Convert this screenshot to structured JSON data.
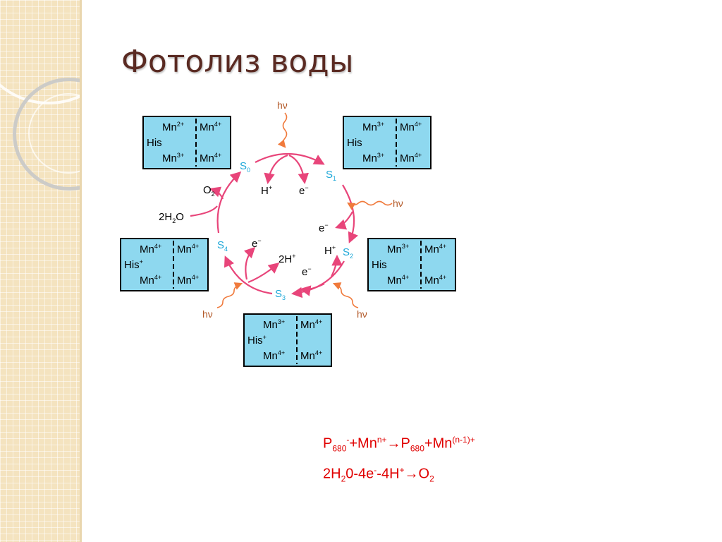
{
  "slide": {
    "title": "Фотолиз воды",
    "colors": {
      "title": "#5a2a22",
      "equations": "#e00000",
      "state_label": "#1ca7d8",
      "cycle": "#e8457a",
      "photon": "#f07a3c",
      "mn_box": "#8ed8ef"
    }
  },
  "diagram": {
    "boxes": {
      "s0": {
        "r1l": "Mn",
        "r1ls": "2+",
        "r1r": "Mn",
        "r1rs": "4+",
        "his": "His",
        "hiss": "",
        "r3l": "Mn",
        "r3ls": "3+",
        "r3r": "Mn",
        "r3rs": "4+"
      },
      "s1": {
        "r1l": "Mn",
        "r1ls": "3+",
        "r1r": "Mn",
        "r1rs": "4+",
        "his": "His",
        "hiss": "",
        "r3l": "Mn",
        "r3ls": "3+",
        "r3r": "Mn",
        "r3rs": "4+"
      },
      "s2": {
        "r1l": "Mn",
        "r1ls": "3+",
        "r1r": "Mn",
        "r1rs": "4+",
        "his": "His",
        "hiss": "",
        "r3l": "Mn",
        "r3ls": "4+",
        "r3r": "Mn",
        "r3rs": "4+"
      },
      "s3": {
        "r1l": "Mn",
        "r1ls": "3+",
        "r1r": "Mn",
        "r1rs": "4+",
        "his": "His",
        "hiss": "+",
        "r3l": "Mn",
        "r3ls": "4+",
        "r3r": "Mn",
        "r3rs": "4+"
      },
      "s4": {
        "r1l": "Mn",
        "r1ls": "4+",
        "r1r": "Mn",
        "r1rs": "4+",
        "his": "His",
        "hiss": "+",
        "r3l": "Mn",
        "r3ls": "4+",
        "r3r": "Mn",
        "r3rs": "4+"
      }
    },
    "states": {
      "s0": {
        "letter": "S",
        "index": "0"
      },
      "s1": {
        "letter": "S",
        "index": "1"
      },
      "s2": {
        "letter": "S",
        "index": "2"
      },
      "s3": {
        "letter": "S",
        "index": "3"
      },
      "s4": {
        "letter": "S",
        "index": "4"
      }
    },
    "labels": {
      "hv": "hν",
      "h_plus_top": {
        "base": "H",
        "sup": "+"
      },
      "e_top": {
        "base": "e",
        "sup": "−"
      },
      "e_right": {
        "base": "e",
        "sup": "−"
      },
      "h_plus_s2": {
        "base": "H",
        "sup": "+"
      },
      "e_s2": {
        "base": "e",
        "sup": "−"
      },
      "e_s4": {
        "base": "e",
        "sup": "−"
      },
      "two_h_plus": {
        "base": "2H",
        "sup": "+"
      },
      "o2": {
        "base": "O",
        "sub": "2"
      },
      "water": {
        "a": "2H",
        "sub": "2",
        "b": "O"
      }
    }
  },
  "equations": {
    "eq1": {
      "p": "P",
      "p_sub": "680",
      "p_sup": "-",
      "plus_mn": "+Mn",
      "mn_sup": "n+",
      "arrow": "→",
      "p2": "P",
      "p2_sub": "680",
      "plus_mn2": "+Mn",
      "mn2_sup": "(n-1)+"
    },
    "eq2": {
      "a": "2H",
      "a_sub": "2",
      "b": "0-4e",
      "b_sup": "-",
      "c": "-4H",
      "c_sup": "+",
      "arrow": "→",
      "d": "O",
      "d_sub": "2"
    }
  }
}
